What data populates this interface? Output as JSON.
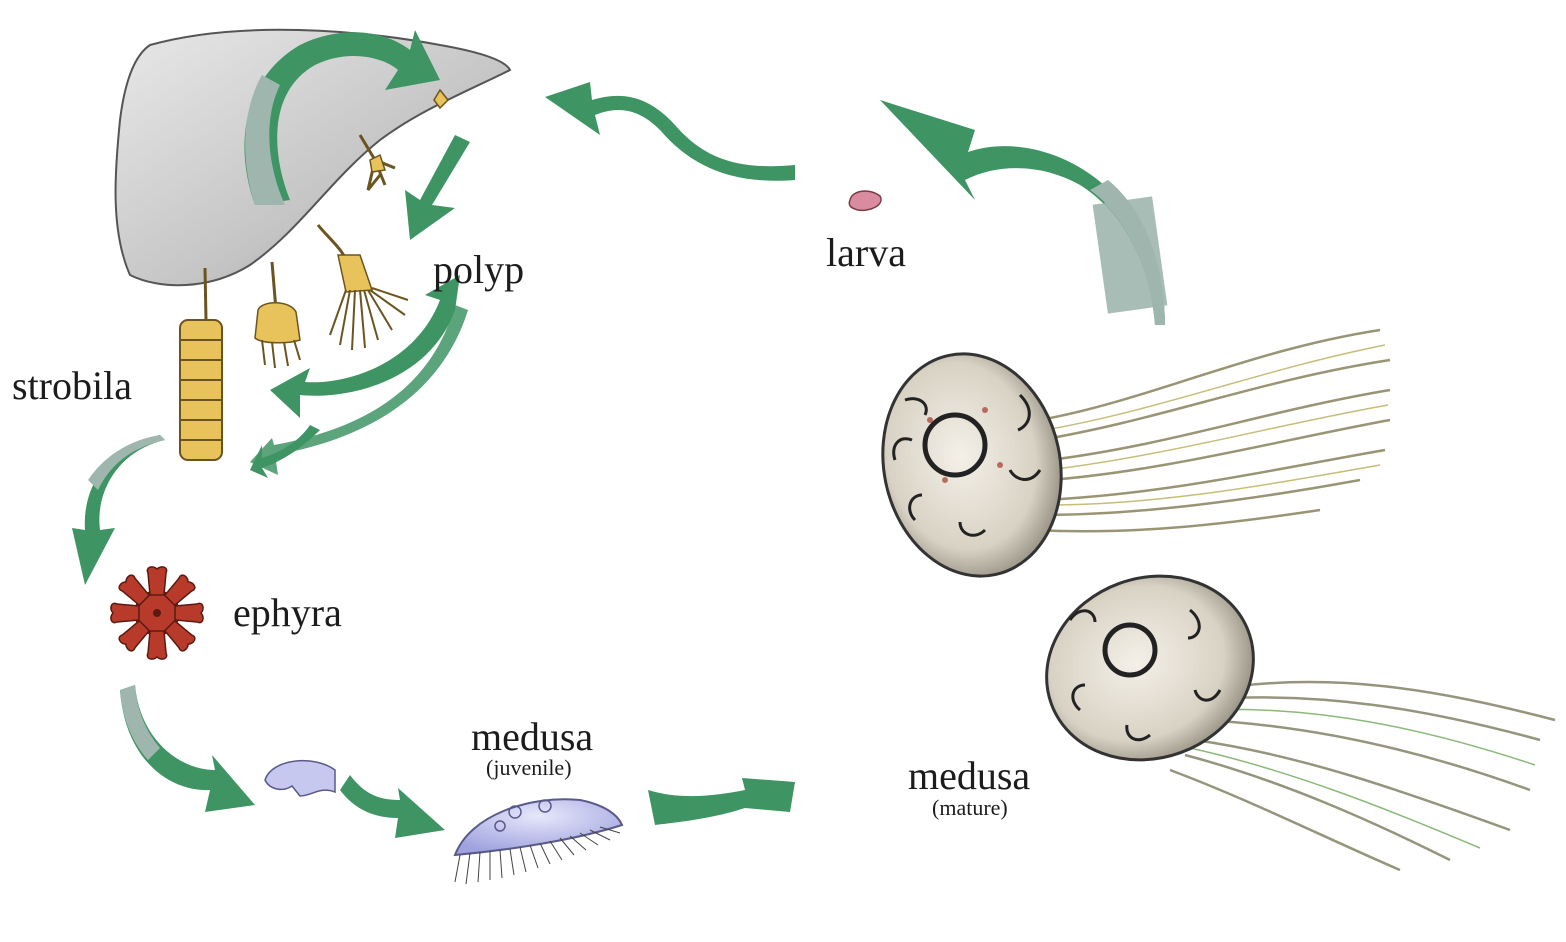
{
  "diagram": {
    "stages": {
      "polyp": "polyp",
      "larva": "larva",
      "strobila": "strobila",
      "ephyra": "ephyra",
      "medusa_juvenile": "medusa",
      "medusa_juvenile_note": "(juvenile)",
      "medusa_mature": "medusa",
      "medusa_mature_note": "(mature)"
    },
    "colors": {
      "arrow_green": "#3f9464",
      "arrow_grey": "#9fb6ae",
      "rock": "#c9c9c9",
      "polyp_yellow": "#e8c25a",
      "ephyra_red": "#b83a2a",
      "juvenile_lilac": "#c6c8f0",
      "larva_pink": "#d98ca0"
    }
  }
}
